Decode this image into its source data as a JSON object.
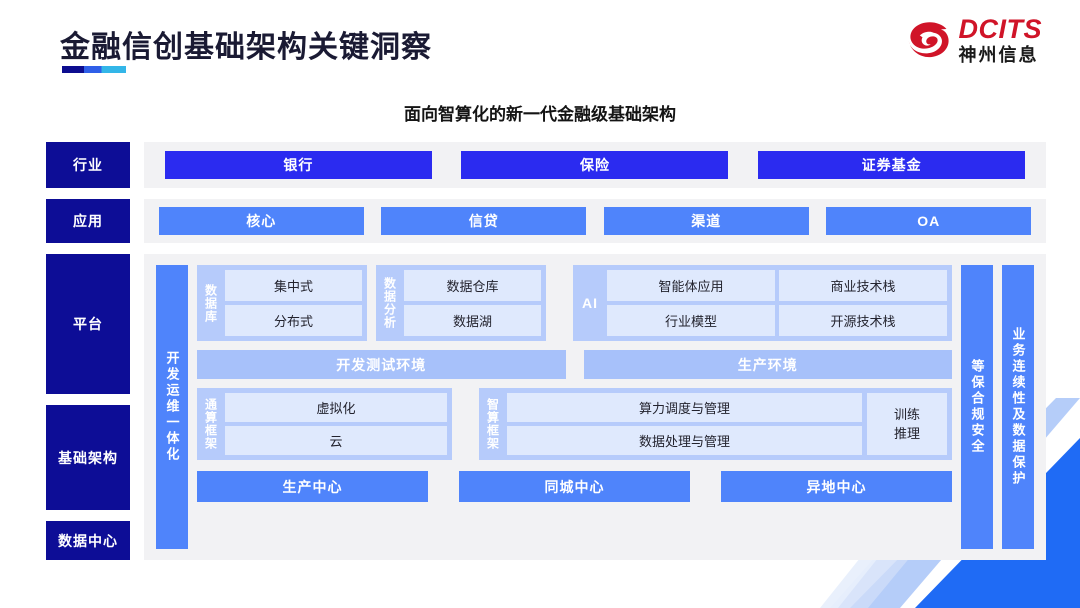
{
  "header": {
    "title": "金融信创基础架构关键洞察",
    "logo": {
      "en": "DCITS",
      "cn": "神州信息",
      "mark": "swirl-logo-icon",
      "color": "#d01428"
    }
  },
  "subtitle": "面向智算化的新一代金融级基础架构",
  "colors": {
    "label_navy": "#0d0d96",
    "industry_blue": "#2b2bf0",
    "app_blue": "#4f84fb",
    "band_gray": "#f2f2f4",
    "group_blue": "#b6cbfb",
    "cell_blue": "#dfe9fd",
    "wide_chip_blue": "#a7c1fa"
  },
  "diagram": {
    "rows": {
      "industry": {
        "label": "行业",
        "chips": [
          "银行",
          "保险",
          "证券基金"
        ]
      },
      "application": {
        "label": "应用",
        "chips": [
          "核心",
          "信贷",
          "渠道",
          "OA"
        ]
      },
      "platform": {
        "label": "平台"
      },
      "infrastructure": {
        "label": "基础架构"
      },
      "datacenter": {
        "label": "数据中心"
      }
    },
    "left_vbar": "开发运维一体化",
    "right_vbars": [
      "等保合规安全",
      "业务连续性及数据保护"
    ],
    "groups": {
      "database": {
        "label": "数据库",
        "cells": [
          "集中式",
          "分布式"
        ]
      },
      "data_analysis": {
        "label": "数据分析",
        "cells": [
          "数据仓库",
          "数据湖"
        ]
      },
      "ai": {
        "label": "AI",
        "cells": [
          "智能体应用",
          "商业技术栈",
          "行业模型",
          "开源技术栈"
        ]
      },
      "general_compute": {
        "label": "通算框架",
        "cells": [
          "虚拟化",
          "云"
        ]
      },
      "intelligent_compute": {
        "label": "智算框架",
        "cells": [
          "算力调度与管理",
          "数据处理与管理"
        ],
        "side": "训练\n推理",
        "side_line1": "训练",
        "side_line2": "推理"
      }
    },
    "environments": [
      "开发测试环境",
      "生产环境"
    ],
    "centers": [
      "生产中心",
      "同城中心",
      "异地中心"
    ]
  }
}
